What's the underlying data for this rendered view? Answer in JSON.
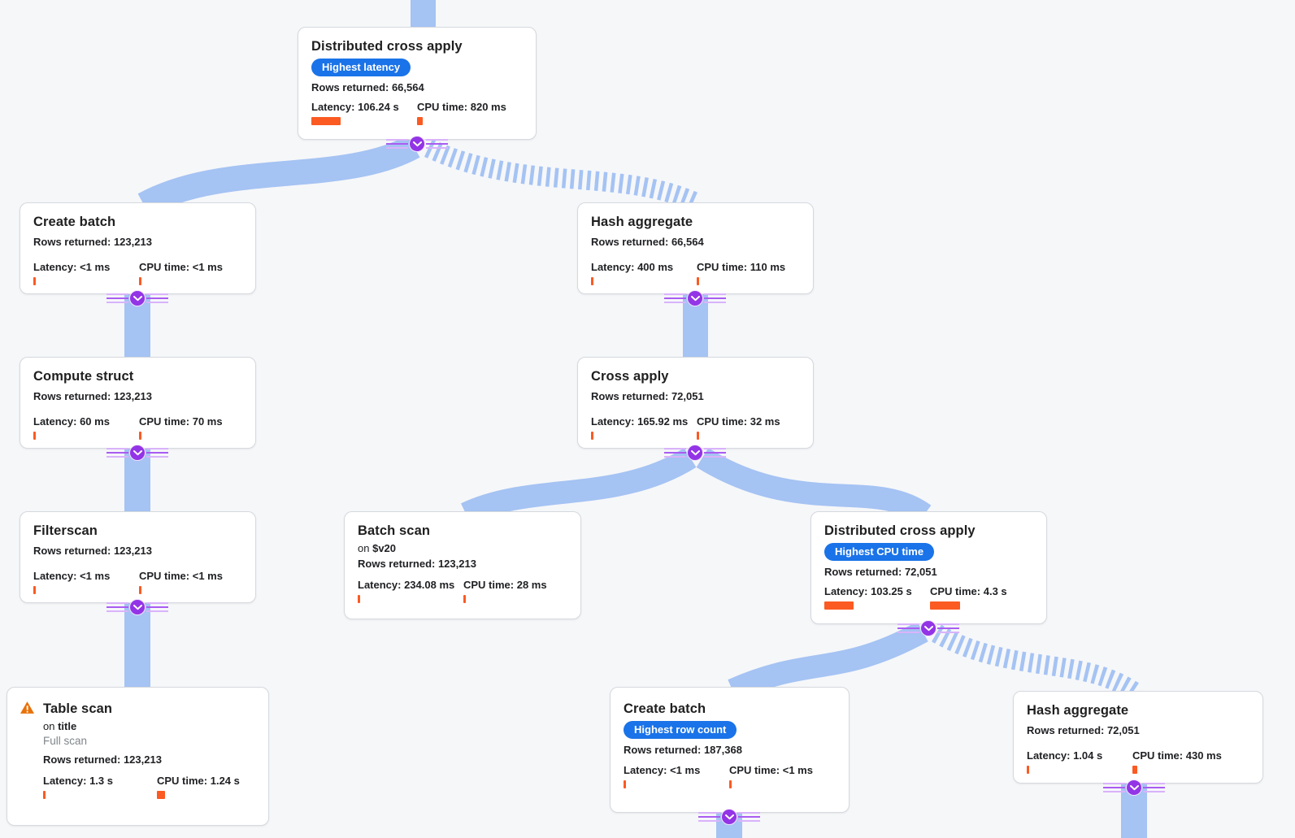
{
  "app": {
    "name": "query-execution-plan-visualizer",
    "colors": {
      "background": "#f6f7f9",
      "node_border": "#d5d9de",
      "edge_blue": "#a5c3f3",
      "connector_purple": "#9334e6",
      "connector_stripe_light": "#d9b3fb",
      "badge_blue": "#1a73e8",
      "metric_bar_orange": "#fb5a22",
      "warning_orange": "#e8710a",
      "text": "#202124",
      "muted_text": "#80868b"
    }
  },
  "nodes": [
    {
      "title": "Distributed cross apply",
      "badge": "Highest latency",
      "rows": "Rows returned: 66,564",
      "latency": "Latency: 106.24 s",
      "latency_bar": 36,
      "cpu": "CPU time: 820 ms",
      "cpu_bar": 7
    },
    {
      "title": "Create batch",
      "rows": "Rows returned: 123,213",
      "latency": "Latency: <1 ms",
      "latency_bar": 3,
      "cpu": "CPU time: <1 ms",
      "cpu_bar": 3
    },
    {
      "title": "Hash aggregate",
      "rows": "Rows returned: 66,564",
      "latency": "Latency: 400 ms",
      "latency_bar": 3,
      "cpu": "CPU time: 110 ms",
      "cpu_bar": 3
    },
    {
      "title": "Compute struct",
      "rows": "Rows returned: 123,213",
      "latency": "Latency: 60 ms",
      "latency_bar": 3,
      "cpu": "CPU time: 70 ms",
      "cpu_bar": 3
    },
    {
      "title": "Cross apply",
      "rows": "Rows returned: 72,051",
      "latency": "Latency: 165.92 ms",
      "latency_bar": 3,
      "cpu": "CPU time: 32 ms",
      "cpu_bar": 3
    },
    {
      "title": "Filterscan",
      "rows": "Rows returned: 123,213",
      "latency": "Latency: <1 ms",
      "latency_bar": 3,
      "cpu": "CPU time: <1 ms",
      "cpu_bar": 3
    },
    {
      "title": "Batch scan",
      "on_prefix": "on",
      "on_target": "$v20",
      "rows": "Rows returned: 123,213",
      "latency": "Latency: 234.08 ms",
      "latency_bar": 3,
      "cpu": "CPU time: 28 ms",
      "cpu_bar": 3
    },
    {
      "title": "Distributed cross apply",
      "badge": "Highest CPU time",
      "rows": "Rows returned: 72,051",
      "latency": "Latency: 103.25 s",
      "latency_bar": 36,
      "cpu": "CPU time: 4.3 s",
      "cpu_bar": 37
    },
    {
      "title": "Table scan",
      "warning": "full-scan-warning",
      "on_prefix": "on",
      "on_target": "title",
      "note": "Full scan",
      "rows": "Rows returned: 123,213",
      "latency": "Latency: 1.3 s",
      "latency_bar": 3,
      "cpu": "CPU time: 1.24 s",
      "cpu_bar": 10
    },
    {
      "title": "Create batch",
      "badge": "Highest row count",
      "rows": "Rows returned: 187,368",
      "latency": "Latency: <1 ms",
      "latency_bar": 3,
      "cpu": "CPU time: <1 ms",
      "cpu_bar": 3
    },
    {
      "title": "Hash aggregate",
      "rows": "Rows returned: 72,051",
      "latency": "Latency: 1.04 s",
      "latency_bar": 3,
      "cpu": "CPU time: 430 ms",
      "cpu_bar": 6
    }
  ]
}
